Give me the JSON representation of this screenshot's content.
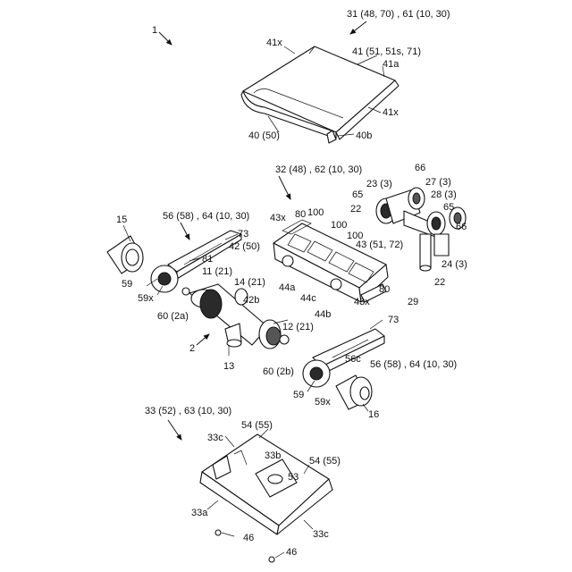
{
  "labels": {
    "l1": "1",
    "l31": "31 (48, 70) , 61 (10, 30)",
    "l41x_a": "41x",
    "l41": "41 (51, 51s, 71)",
    "l41a": "41a",
    "l41x_b": "41x",
    "l40": "40 (50)",
    "l40b": "40b",
    "l32": "32 (48) , 62 (10, 30)",
    "l66a": "66",
    "l23": "23 (3)",
    "l27": "27 (3)",
    "l65a": "65",
    "l28": "28 (3)",
    "l22a": "22",
    "l65b": "65",
    "l80a": "80",
    "l100a": "100",
    "l100b": "100",
    "l100c": "100",
    "l43x_a": "43x",
    "l43": "43 (51, 72)",
    "l66b": "66",
    "l15": "15",
    "l56a": "56 (58) , 64 (10, 30)",
    "l73a": "73",
    "l42": "42 (50)",
    "l24": "24 (3)",
    "l81": "81",
    "l59a": "59",
    "l11": "11 (21)",
    "l44a": "44a",
    "l80b": "80",
    "l22b": "22",
    "l59x_a": "59x",
    "l14": "14 (21)",
    "l44c": "44c",
    "l43x_b": "43x",
    "l29": "29",
    "l42b": "42b",
    "l44b": "44b",
    "l60a": "60 (2a)",
    "l73b": "73",
    "l12": "12 (21)",
    "l2": "2",
    "l56c": "56c",
    "l13": "13",
    "l60b": "60 (2b)",
    "l56b": "56 (58) , 64 (10, 30)",
    "l59b": "59",
    "l59x_b": "59x",
    "l16": "16",
    "l33": "33 (52) , 63 (10, 30)",
    "l54a": "54 (55)",
    "l33c_a": "33c",
    "l33b": "33b",
    "l54b": "54 (55)",
    "l53": "53",
    "l33a": "33a",
    "l33c_b": "33c",
    "l46a": "46",
    "l46b": "46"
  }
}
